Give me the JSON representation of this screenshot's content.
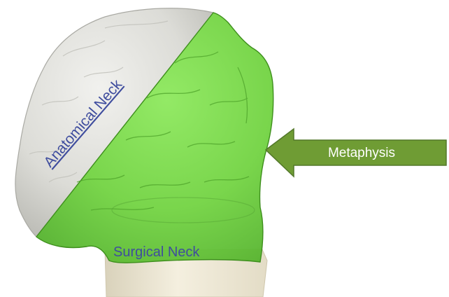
{
  "labels": {
    "anatomical_neck": "Anatomical Neck",
    "surgical_neck": "Surgical Neck",
    "metaphysis": "Metaphysis"
  },
  "colors": {
    "head_bone": "#dcdcd8",
    "metaphysis_green": "#6fd23e",
    "shaft": "#efe9d6",
    "arrow_fill": "#6f9c34",
    "arrow_stroke": "#53782a",
    "label_blue": "#3f4d9e",
    "arrow_text": "#ffffff"
  }
}
